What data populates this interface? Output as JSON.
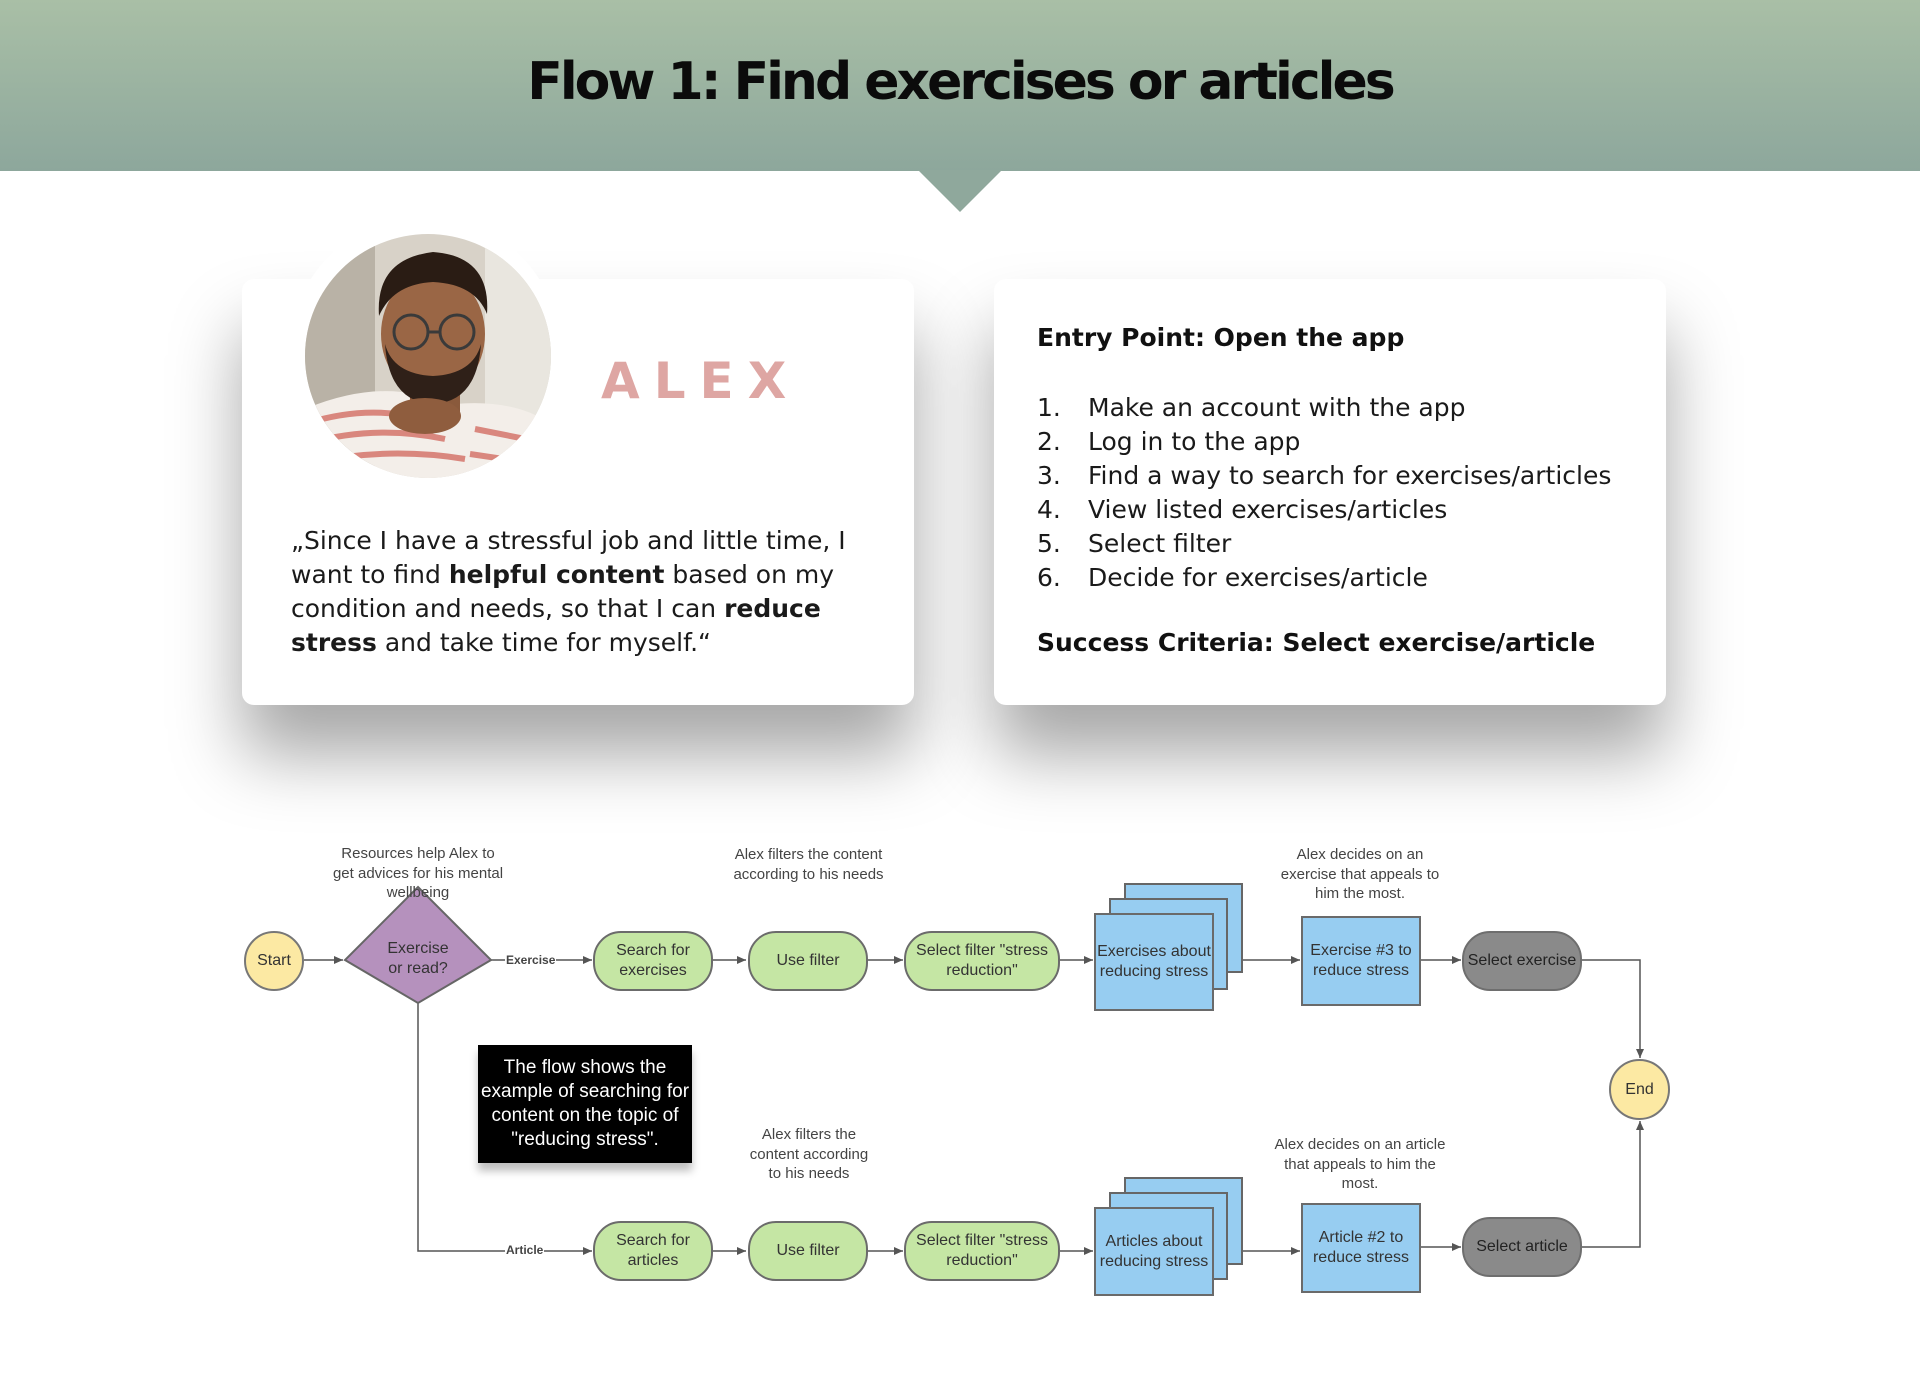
{
  "header": {
    "title": "Flow 1: Find exercises or articles"
  },
  "persona": {
    "name": "ALEX",
    "quote": {
      "part1": "„Since I have a stressful job and little time, I want to find ",
      "bold1": "helpful content",
      "part2": " based on my condition and needs, so that I can ",
      "bold2": "reduce stress",
      "part3": " and take time for myself.“"
    }
  },
  "entry": {
    "title": "Entry Point: Open the app",
    "steps": [
      {
        "num": "1.",
        "text": "Make an account with the app"
      },
      {
        "num": "2.",
        "text": "Log in to the app"
      },
      {
        "num": "3.",
        "text": "Find a way to search for exercises/articles"
      },
      {
        "num": "4.",
        "text": "View listed exercises/articles"
      },
      {
        "num": "5.",
        "text": "Select filter"
      },
      {
        "num": "6.",
        "text": "Decide for exercises/article"
      }
    ],
    "success": "Success Criteria: Select exercise/article"
  },
  "flow": {
    "start": "Start",
    "decision": "Exercise or read?",
    "exercise_label": "Exercise",
    "article_label": "Article",
    "end": "End",
    "note": "The flow shows the example of searching for content on the topic of \"reducing stress\".",
    "top": {
      "search": "Search for exercises",
      "use_filter": "Use filter",
      "select_filter": "Select filter \"stress reduction\"",
      "results": "Exercises about reducing stress",
      "pick": "Exercise #3 to reduce stress",
      "select": "Select exercise"
    },
    "bottom": {
      "search": "Search for articles",
      "use_filter": "Use filter",
      "select_filter": "Select filter \"stress reduction\"",
      "results": "Articles about reducing stress",
      "pick": "Article #2 to reduce stress",
      "select": "Select article"
    },
    "annotations": {
      "resources": "Resources help Alex to get advices for his mental wellbeing",
      "filters_top": "Alex filters the content according to his needs",
      "decides_top": "Alex decides on an exercise that appeals to him the most.",
      "filters_bottom": "Alex filters the content according to his needs",
      "decides_bottom": "Alex decides on an article that appeals to him the most."
    }
  }
}
